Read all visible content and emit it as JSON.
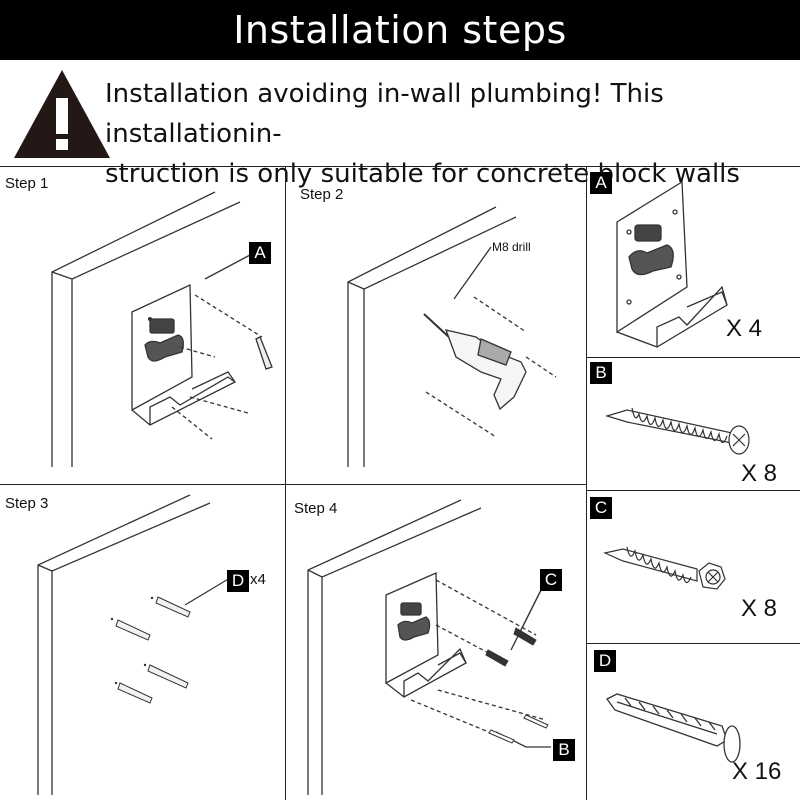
{
  "header": {
    "title": "Installation steps"
  },
  "warning": {
    "line1": "Installation avoiding in-wall plumbing! This installationin-",
    "line2": "struction is only suitable for concrete block walls",
    "icon": "warning-triangle-icon"
  },
  "steps": [
    {
      "label": "Step 1",
      "callouts": [
        "A"
      ]
    },
    {
      "label": "Step 2",
      "note": "M8 drill"
    },
    {
      "label": "Step 3",
      "callouts": [
        "D"
      ],
      "qty": "x4"
    },
    {
      "label": "Step 4",
      "callouts": [
        "C",
        "B"
      ]
    }
  ],
  "parts": [
    {
      "letter": "A",
      "qty": "X 4",
      "icon": "wall-bracket-icon"
    },
    {
      "letter": "B",
      "qty": "X 8",
      "icon": "wood-screw-icon"
    },
    {
      "letter": "C",
      "qty": "X 8",
      "icon": "hex-screw-icon"
    },
    {
      "letter": "D",
      "qty": "X 16",
      "icon": "wall-anchor-icon"
    }
  ]
}
